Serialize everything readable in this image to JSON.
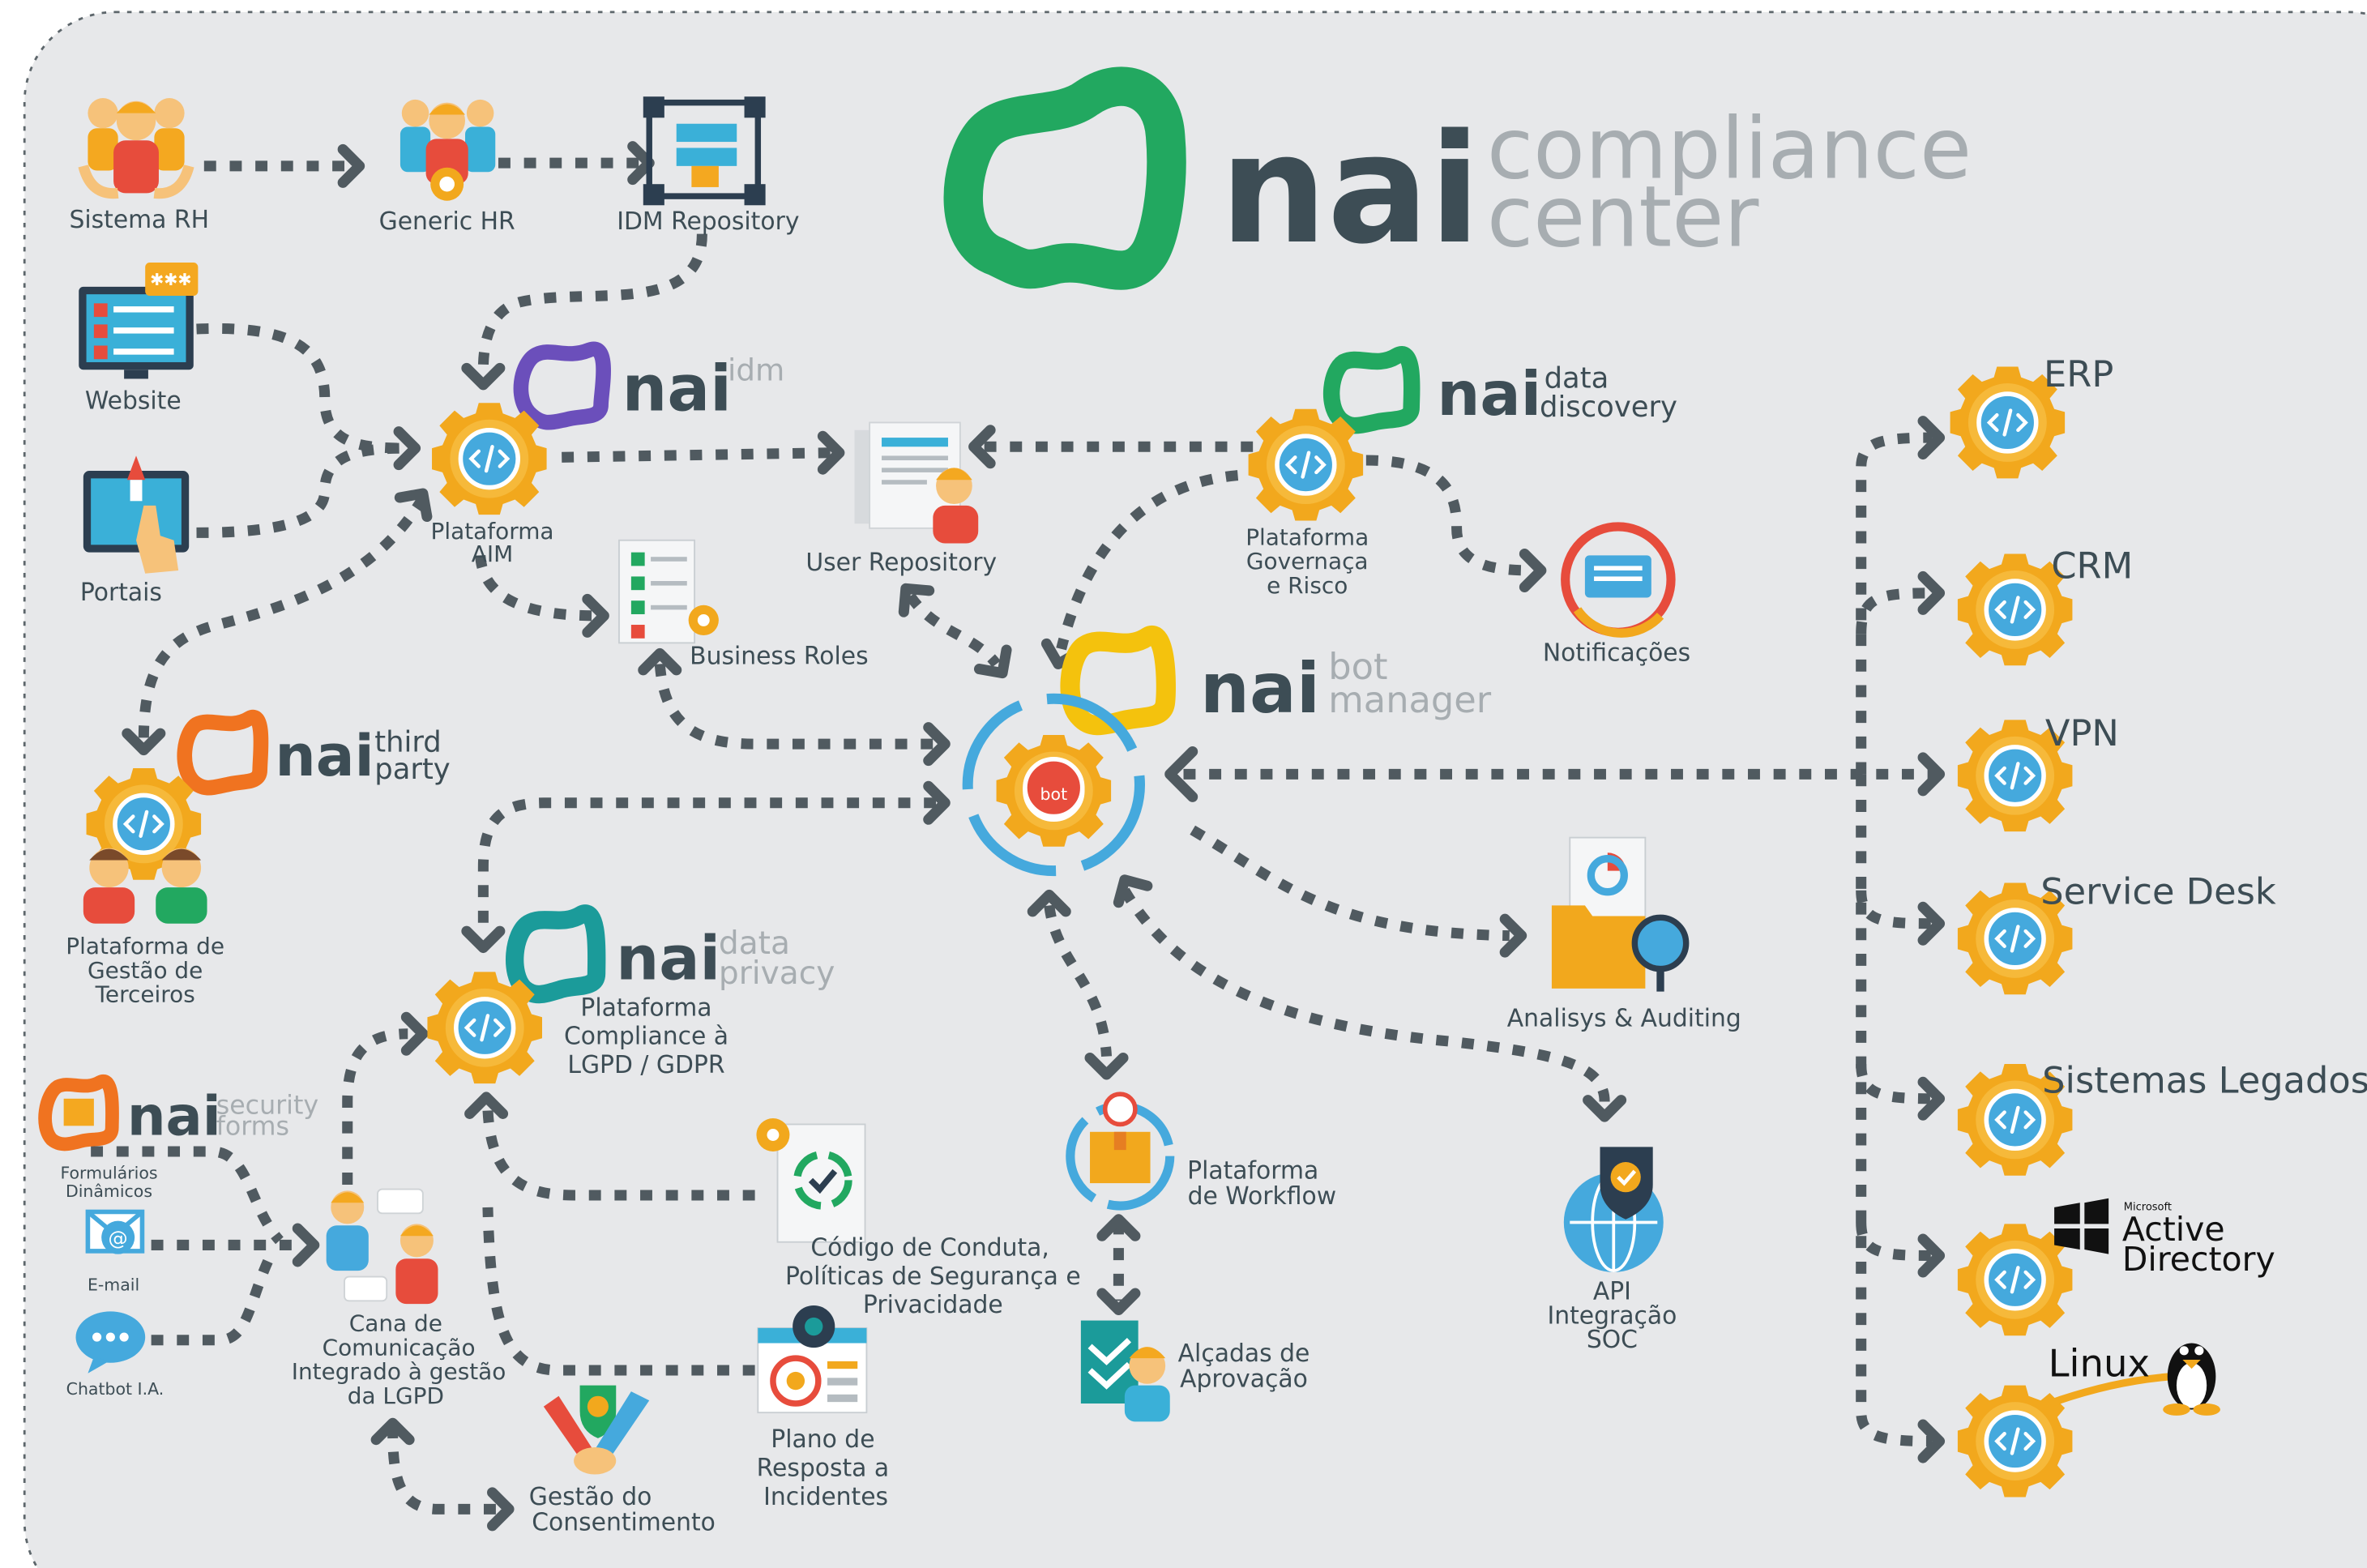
{
  "colors": {
    "background": "#e7e8ea",
    "text": "#3d4d55",
    "subtext": "#a7adb1",
    "gear": "#f2a81d",
    "gear_inner": "#45a9dd",
    "brand_green": "#22a860",
    "brand_purple": "#6b4fbb",
    "brand_teal": "#1b9b9a",
    "brand_orange": "#f07320",
    "brand_yellow": "#f4c20d",
    "connector": "#505a60"
  },
  "header": {
    "brand": "nai",
    "sub1": "compliance",
    "sub2": "center"
  },
  "modules": {
    "idm": {
      "brand": "nai",
      "sub1": "idm"
    },
    "discovery": {
      "brand": "nai",
      "sub1": "data",
      "sub2": "discovery"
    },
    "third": {
      "brand": "nai",
      "sub1": "third",
      "sub2": "party"
    },
    "bot": {
      "brand": "nai",
      "sub1": "bot",
      "sub2": "manager"
    },
    "privacy": {
      "brand": "nai",
      "sub1": "data",
      "sub2": "privacy"
    },
    "security": {
      "brand": "nai",
      "sub1": "security",
      "sub2": "forms"
    }
  },
  "nodes": {
    "sistema_rh": "Sistema RH",
    "generic_hr": "Generic HR",
    "idm_repository": "IDM Repository",
    "website": "Website",
    "portais": "Portais",
    "aim": [
      "Plataforma",
      "AIM"
    ],
    "user_repository": "User Repository",
    "business_roles": "Business Roles",
    "governanca": [
      "Plataforma",
      "Governaça",
      "e Risco"
    ],
    "notificacoes": "Notificações",
    "terceiros": [
      "Plataforma de",
      "Gestão de",
      "Terceiros"
    ],
    "lgpd_platform": [
      "Plataforma",
      "Compliance à",
      "LGPD / GDPR"
    ],
    "bot_center": "bot",
    "analisys": "Analisys & Auditing",
    "workflow": [
      "Plataforma",
      "de Workflow"
    ],
    "alcadas": [
      "Alçadas de",
      "Aprovação"
    ],
    "api_soc": [
      "API",
      "Integração",
      "SOC"
    ],
    "formularios": [
      "Formulários",
      "Dinâmicos"
    ],
    "email": "E-mail",
    "chatbot": "Chatbot I.A.",
    "canal": [
      "Cana de",
      "Comunicação",
      "Integrado à gestão",
      "da LGPD"
    ],
    "codigo": [
      "Código de Conduta,",
      "Políticas de Segurança e",
      "Privacidade"
    ],
    "plano": [
      "Plano de",
      "Resposta a",
      "Incidentes"
    ],
    "consentimento": [
      "Gestão do",
      "Consentimento"
    ]
  },
  "systems": {
    "erp": "ERP",
    "crm": "CRM",
    "vpn": "VPN",
    "service_desk": "Service Desk",
    "legados": "Sistemas Legados",
    "ad_small": "Microsoft",
    "ad_1": "Active",
    "ad_2": "Directory",
    "linux": "Linux"
  },
  "icons": {
    "gear": "gear-code-icon",
    "people": "people-icon",
    "website": "website-icon",
    "portal": "portal-touch-icon",
    "repository": "user-repository-icon",
    "checklist": "checklist-icon",
    "notification": "notification-icon",
    "analytics": "analytics-folder-icon",
    "shield": "shield-globe-icon",
    "workflow": "workflow-box-icon",
    "approval": "approval-icon",
    "email": "email-icon",
    "chat": "chat-bubble-icon",
    "document": "document-cycle-icon",
    "target": "target-report-icon",
    "handshake": "handshake-shield-icon",
    "windows": "windows-logo-icon",
    "tux": "tux-penguin-icon"
  }
}
